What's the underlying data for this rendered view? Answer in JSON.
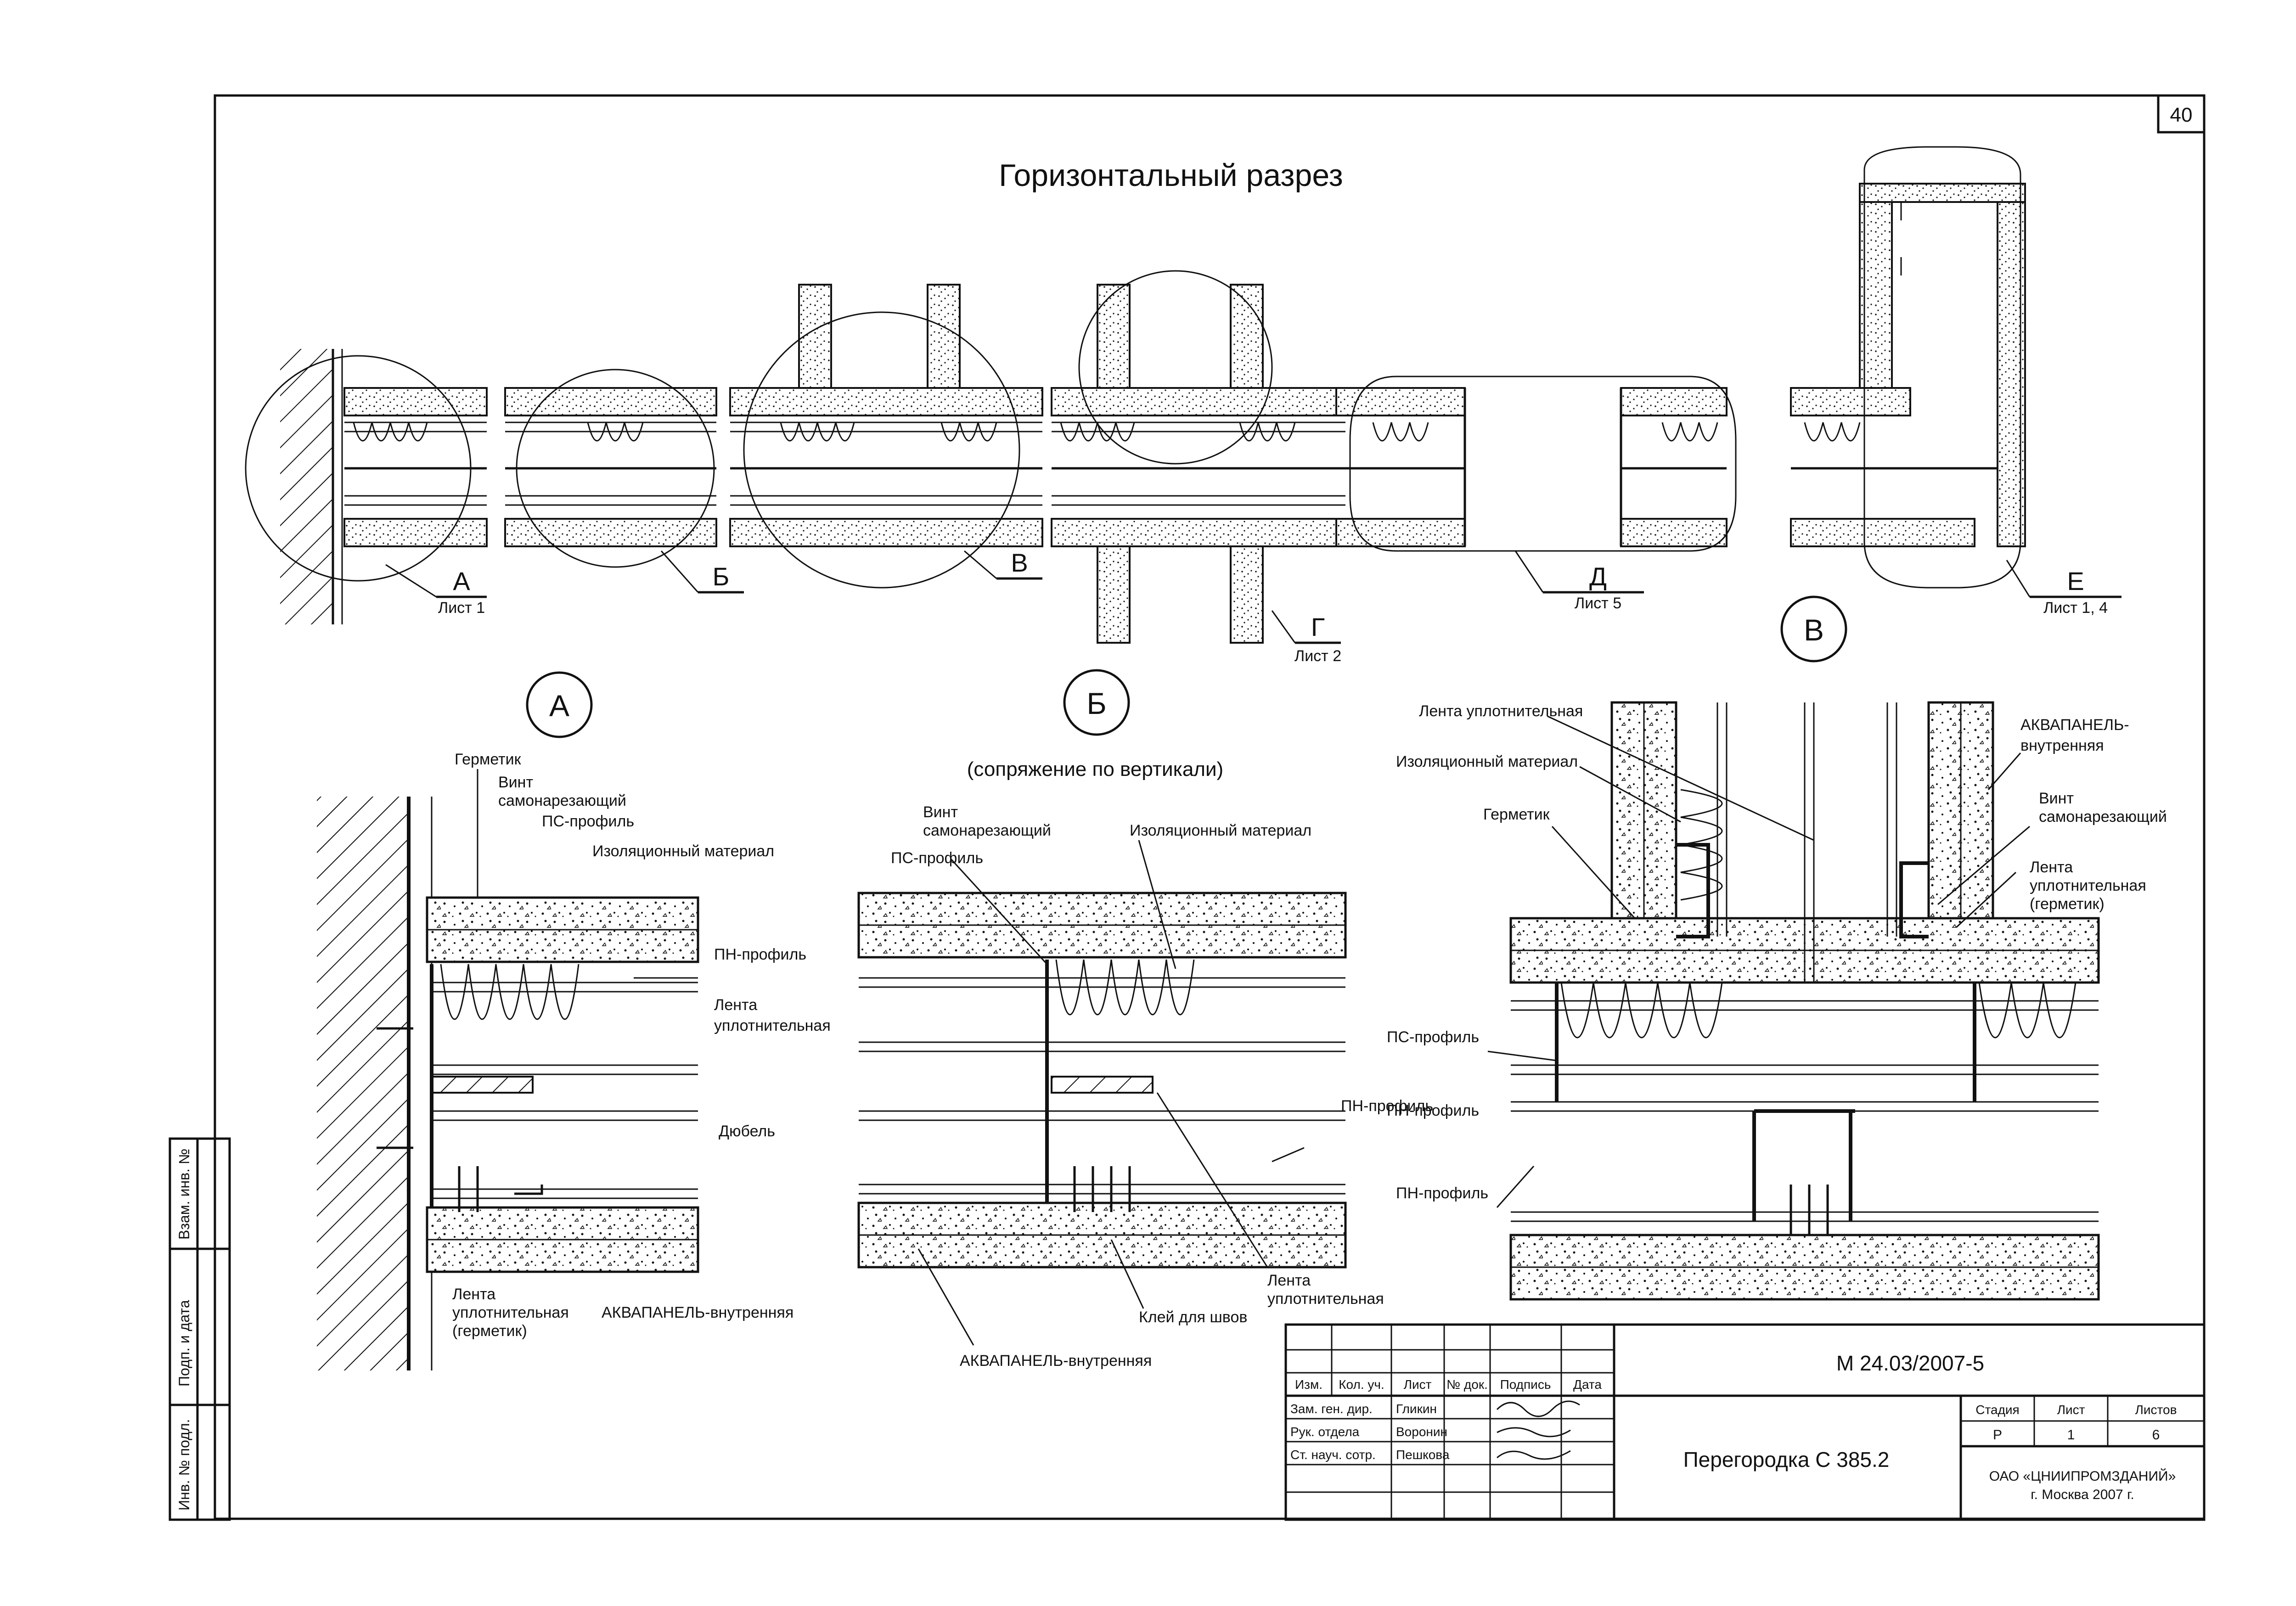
{
  "sheet_number": "40",
  "title": "Горизонтальный разрез",
  "section_labels": {
    "A": "А",
    "B": "Б",
    "V": "В",
    "G": "Г",
    "D": "Д",
    "E": "Е",
    "A_sheet": "Лист 1",
    "G_sheet": "Лист 2",
    "D_sheet": "Лист 5",
    "E_sheet": "Лист 1, 4"
  },
  "callouts": {
    "A": "А",
    "B": "Б",
    "V": "В"
  },
  "detail_b_subtitle": "(сопряжение по вертикали)",
  "detail_a": {
    "hermetic": "Герметик",
    "screw_1": "Винт",
    "screw_2": "самонарезающий",
    "ps_profile": "ПС-профиль",
    "insulation": "Изоляционный материал",
    "pn_profile": "ПН-профиль",
    "tape_1": "Лента",
    "tape_2": "уплотнительная",
    "dowel": "Дюбель",
    "tape_h_1": "Лента",
    "tape_h_2": "уплотнительная",
    "tape_h_3": "(герметик)",
    "aquapanel": "АКВАПАНЕЛЬ-внутренняя"
  },
  "detail_b": {
    "screw_1": "Винт",
    "screw_2": "самонарезающий",
    "ps_profile": "ПС-профиль",
    "insulation": "Изоляционный материал",
    "pn_profile": "ПН-профиль",
    "glue": "Клей для швов",
    "tape_1": "Лента",
    "tape_2": "уплотнительная",
    "aquapanel": "АКВАПАНЕЛЬ-внутренняя"
  },
  "detail_v": {
    "tape": "Лента уплотнительная",
    "insulation": "Изоляционный материал",
    "hermetic": "Герметик",
    "aquapanel_1": "АКВАПАНЕЛЬ-",
    "aquapanel_2": "внутренняя",
    "screw_1": "Винт",
    "screw_2": "самонарезающий",
    "tape_h_1": "Лента",
    "tape_h_2": "уплотнительная",
    "tape_h_3": "(герметик)",
    "ps_profile": "ПС-профиль",
    "pn_profile_1": "ПН-профиль",
    "pn_profile_2": "ПН-профиль"
  },
  "side_stamp": {
    "inv_replace": "Взам. инв. №",
    "sign_date": "Подп. и дата",
    "inv_orig": "Инв. № подл."
  },
  "title_block": {
    "doc_code": "М 24.03/2007-5",
    "header": {
      "izm": "Изм.",
      "kol": "Кол. уч.",
      "list": "Лист",
      "ndok": "№ док.",
      "podpis": "Подпись",
      "data": "Дата"
    },
    "rows": [
      {
        "role": "Зам. ген. дир.",
        "name": "Гликин"
      },
      {
        "role": "Рук. отдела",
        "name": "Воронин"
      },
      {
        "role": "Ст. науч. сотр.",
        "name": "Пешкова"
      }
    ],
    "product": "Перегородка С 385.2",
    "stage_hdr": "Стадия",
    "sheet_hdr": "Лист",
    "sheets_hdr": "Листов",
    "stage": "Р",
    "sheet": "1",
    "sheets": "6",
    "org_1": "ОАО «ЦНИИПРОМЗДАНИЙ»",
    "org_2": "г. Москва 2007 г."
  }
}
